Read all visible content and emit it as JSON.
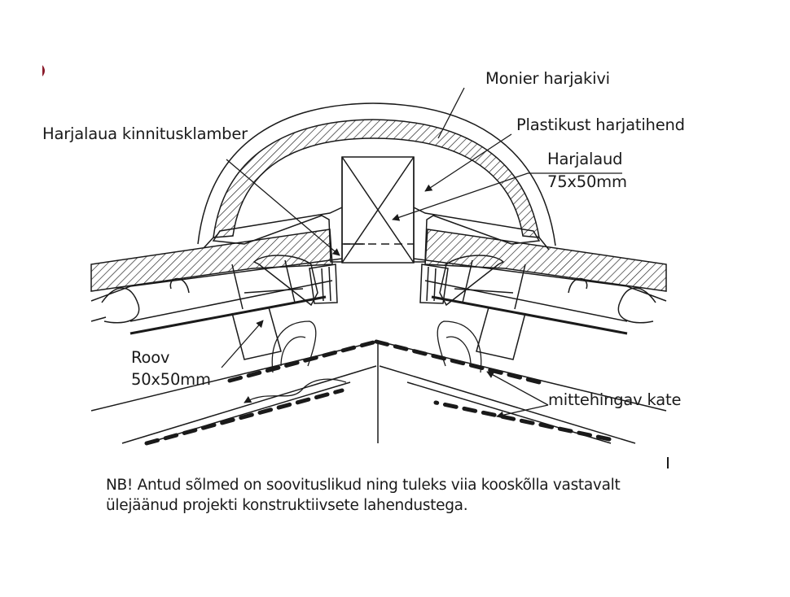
{
  "labels": {
    "monier": "Monier harjakivi",
    "seal": "Plastikust harjatihend",
    "ridge_board": "Harjalaud",
    "ridge_board_size": "75x50mm",
    "clamp": "Harjalaua kinnitusklamber",
    "batten": "Roov",
    "batten_size": "50x50mm",
    "membrane": "mittehingav kate"
  },
  "note": {
    "line1": "NB! Antud sõlmed on soovituslikud ning tuleks viia kooskõlla vastavalt",
    "line2": "ülejäänud projekti konstruktiivsete lahendustega."
  },
  "colors": {
    "line": "#1a1a1a",
    "accent_mark": "#8a1a2a"
  }
}
